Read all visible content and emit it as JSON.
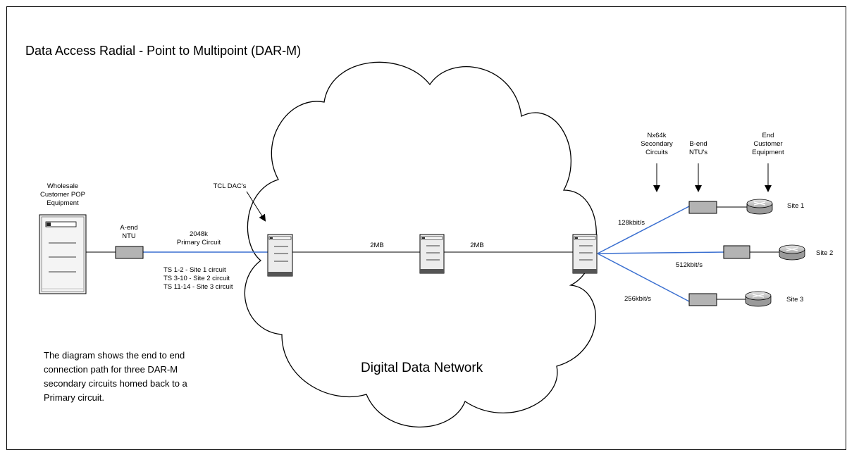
{
  "title": "Data Access Radial - Point to Multipoint (DAR-M)",
  "cloud_label": "Digital Data Network",
  "description": [
    "The diagram shows the end to end",
    "connection path for three DAR-M",
    "secondary circuits homed back to a",
    "Primary circuit."
  ],
  "labels": {
    "wholesale": [
      "Wholesale",
      "Customer POP",
      "Equipment"
    ],
    "a_end_ntu": [
      "A-end",
      "NTU"
    ],
    "primary_circuit": [
      "2048k",
      "Primary Circuit"
    ],
    "timeslots": [
      "TS 1-2 - Site 1 circuit",
      "TS 3-10 - Site 2 circuit",
      "TS 11-14 - Site 3 circuit"
    ],
    "tcl_dacs": "TCL DAC's",
    "link_1": "2MB",
    "link_2": "2MB",
    "secondary_circuits": [
      "Nx64k",
      "Secondary",
      "Circuits"
    ],
    "b_end_ntus": [
      "B-end",
      "NTU's"
    ],
    "end_customer": [
      "End",
      "Customer",
      "Equipment"
    ]
  },
  "sites": [
    {
      "name": "Site 1",
      "rate": "128kbit/s"
    },
    {
      "name": "Site 2",
      "rate": "512kbit/s"
    },
    {
      "name": "Site 3",
      "rate": "256kbit/s"
    }
  ],
  "colors": {
    "link_blue": "#3a6fd0",
    "ntu_fill": "#b3b3b3",
    "device_fill": "#ececec",
    "router_fill": "#c8c8c8"
  }
}
